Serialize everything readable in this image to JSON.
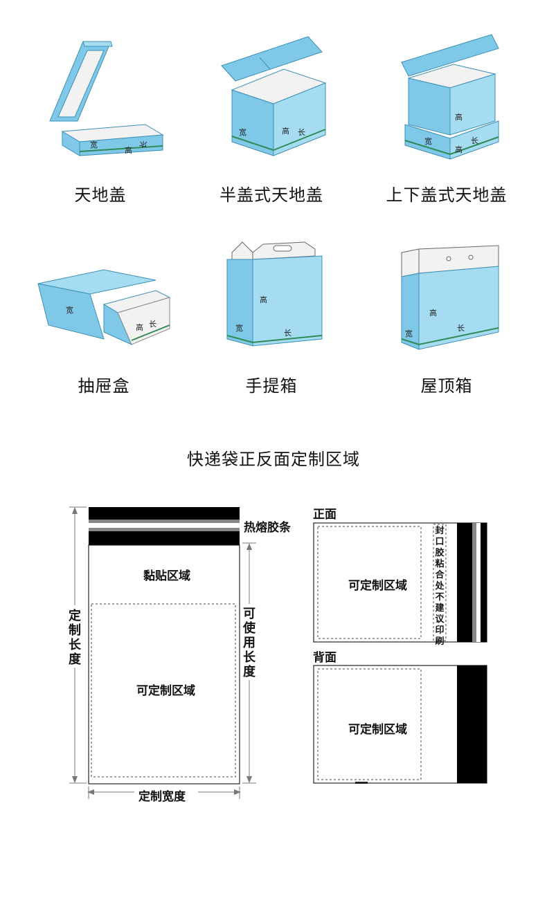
{
  "colors": {
    "box_face": "#7fc8e8",
    "box_face_light": "#a6dcf2",
    "box_edge": "#3a8fb8",
    "inner": "#f0f0f0",
    "green_line": "#2e8b57"
  },
  "dim_labels": {
    "wide": "宽",
    "high": "高",
    "long": "长"
  },
  "boxes": [
    {
      "caption": "天地盖"
    },
    {
      "caption": "半盖式天地盖"
    },
    {
      "caption": "上下盖式天地盖"
    },
    {
      "caption": "抽屉盒"
    },
    {
      "caption": "手提箱"
    },
    {
      "caption": "屋顶箱"
    }
  ],
  "bag_section": {
    "title": "快递袋正反面定制区域",
    "hot_melt_strip": "热熔胶条",
    "adhesive_area": "黏贴区域",
    "custom_area": "可定制区域",
    "custom_length": "定制长度",
    "usable_length": "可使用长度",
    "custom_width": "定制宽度",
    "front": "正面",
    "back": "背面",
    "seal_note": "封口胶粘合处不建议印刷"
  }
}
